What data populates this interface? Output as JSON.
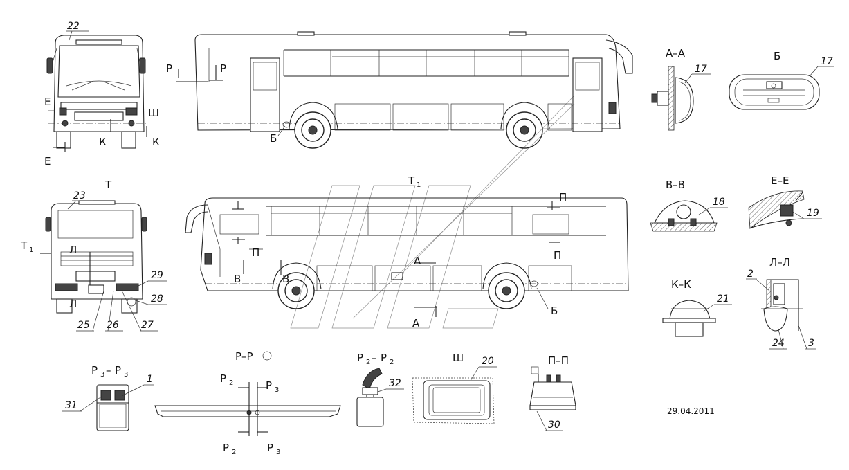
{
  "labels": {
    "aa": "А–А",
    "b": "Б",
    "vv": "В–В",
    "ee": "Е–Е",
    "ll": "Л–Л",
    "kk": "К–К",
    "pp": "П–П",
    "sh": "Ш",
    "t": "Т",
    "t1": "Т",
    "t1_sub": "1",
    "r3r3_main": "Р",
    "r3r3_sub": "3",
    "r3r3_sep": "–",
    "r2r2_main": "Р",
    "r2r2_sub": "2",
    "rr": "Р–Р",
    "r": "Р",
    "p": "П",
    "a": "А",
    "v": "В",
    "e": "Е",
    "k": "К",
    "l": "Л",
    "sh_small": "Ш"
  },
  "numbers": {
    "n1": "1",
    "n2": "2",
    "n3": "3",
    "n17": "17",
    "n17b": "17",
    "n18": "18",
    "n19": "19",
    "n20": "20",
    "n21": "21",
    "n22": "22",
    "n23": "23",
    "n24": "24",
    "n25": "25",
    "n26": "26",
    "n27": "27",
    "n28": "28",
    "n29": "29",
    "n30": "30",
    "n31": "31",
    "n32": "32"
  },
  "date": "29.04.2011"
}
